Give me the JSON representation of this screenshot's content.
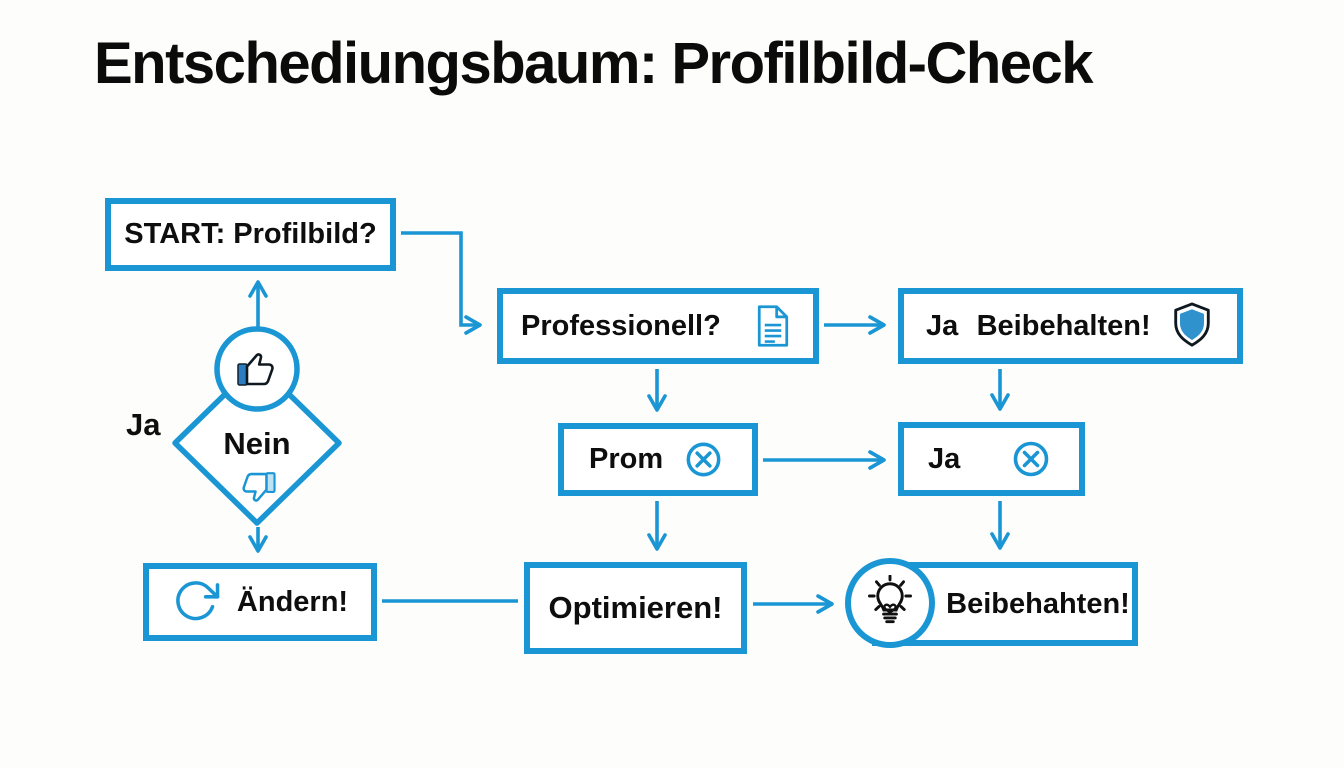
{
  "title": "Entschediungsbaum: Profilbild-Check",
  "colors": {
    "accent_blue": "#1b96d4",
    "icon_fill_blue": "#2f92cc",
    "text_black": "#0e0e0e",
    "background": "#fdfdfb"
  },
  "decision": {
    "center_label": "Nein",
    "left_branch_label": "Ja",
    "top_icon": "thumbs-up-icon",
    "bottom_icon": "thumbs-down-icon"
  },
  "nodes": {
    "start": {
      "label": "START: Profilbild?"
    },
    "professionell": {
      "label": "Professionell?",
      "icon": "document-icon"
    },
    "ja_beibehalten": {
      "prefix": "Ja",
      "label": "Beibehalten!",
      "icon": "shield-icon"
    },
    "prom": {
      "label": "Prom",
      "icon": "circle-x-icon"
    },
    "ja_x": {
      "label": "Ja",
      "icon": "circle-x-icon"
    },
    "aendern": {
      "label": "Ändern!",
      "icon": "refresh-icon"
    },
    "optimieren": {
      "label": "Optimieren!"
    },
    "beibehahten": {
      "label": "Beibehahten!",
      "icon": "lightbulb-icon"
    }
  },
  "edges": [
    {
      "from": "decision",
      "to": "start",
      "style": "arrow-up"
    },
    {
      "from": "start",
      "to": "professionell",
      "style": "elbow-arrow"
    },
    {
      "from": "decision",
      "to": "aendern",
      "style": "arrow-down"
    },
    {
      "from": "professionell",
      "to": "ja_beibehalten",
      "style": "arrow-right"
    },
    {
      "from": "professionell",
      "to": "prom",
      "style": "arrow-down"
    },
    {
      "from": "ja_beibehalten",
      "to": "ja_x",
      "style": "arrow-down"
    },
    {
      "from": "prom",
      "to": "ja_x",
      "style": "arrow-right"
    },
    {
      "from": "prom",
      "to": "optimieren",
      "style": "arrow-down"
    },
    {
      "from": "ja_x",
      "to": "beibehahten",
      "style": "arrow-down"
    },
    {
      "from": "aendern",
      "to": "optimieren",
      "style": "plain-line"
    },
    {
      "from": "optimieren",
      "to": "beibehahten",
      "style": "arrow-right"
    }
  ]
}
